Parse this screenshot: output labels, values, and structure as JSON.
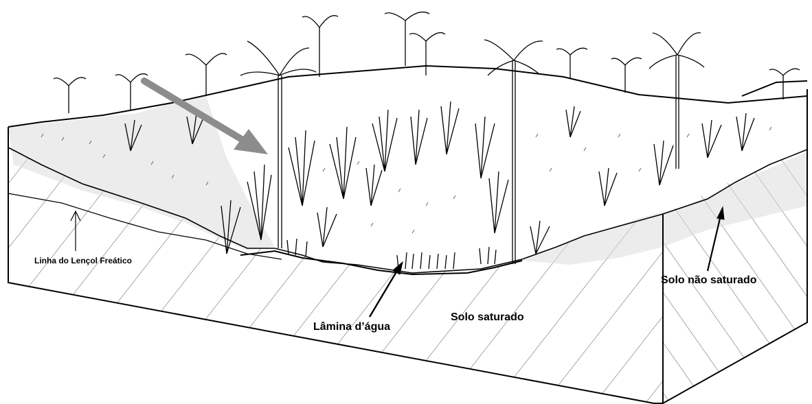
{
  "labels": {
    "water_table_line": "Linha do Lençol Freático",
    "water_sheet": "Lâmina d’água",
    "saturated_soil": "Solo saturado",
    "unsaturated_soil": "Solo não saturado"
  },
  "colors": {
    "ink": "#000000",
    "arrow_gray": "#8c8c8c",
    "speckle": "#9a9a9a",
    "background": "#ffffff"
  },
  "icons": {
    "flow_arrow": "gray-arrow-icon",
    "pointer_arrow": "black-arrow-icon"
  }
}
